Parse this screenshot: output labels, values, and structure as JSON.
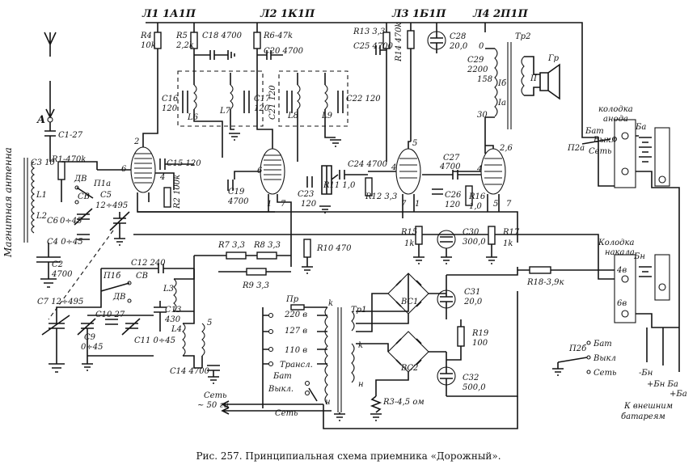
{
  "tubes": [
    {
      "label": "Л1 1А1П"
    },
    {
      "label": "Л2 1К1П"
    },
    {
      "label": "Л3 1Б1П"
    },
    {
      "label": "Л4 2П1П"
    }
  ],
  "components": {
    "R4": "R4",
    "R4v": "10k",
    "R5": "R5",
    "R5v": "2,2k",
    "C18": "C18 4700",
    "R6": "R6-47k",
    "C20": "C20 4700",
    "R13": "R13 3,3",
    "C25": "C25 4700",
    "R14": "R14 470k",
    "C28": "C28",
    "C28v": "20,0",
    "C29": "C29",
    "C29v": "2200",
    "Tp2": "Тр2",
    "Gr": "Гр",
    "C16": "C16",
    "C16v": "120",
    "C17": "C17",
    "C17v": "120",
    "C21": "C21 120",
    "C22": "C22 120",
    "L6": "L6",
    "L7": "L7",
    "L8": "L8",
    "L9": "L9",
    "A": "A",
    "C1": "C1-27",
    "C3": "C3 10",
    "R1": "R1-470k",
    "DV": "ДВ",
    "P1a": "П1а",
    "SV": "СВ",
    "C5": "C5",
    "C5v": "12÷495",
    "C6": "C6",
    "C6v": "0÷45",
    "C4": "C4 0÷45",
    "L1": "L1",
    "L2": "L2",
    "C15": "C15 120",
    "R2": "R2 100k",
    "C19": "C19",
    "C19v": "4700",
    "C24": "C24 4700",
    "R11": "R11 1,0",
    "R12": "R12 3,3",
    "C23": "C23",
    "C23v": "120",
    "C27": "C27",
    "C27v": "4700",
    "C26": "C26",
    "C26v": "120",
    "R16": "R16",
    "R16v": "1,0",
    "R15": "R15",
    "R15v": "1k",
    "C30": "C30",
    "C30v": "300,0",
    "R17": "R17",
    "R17v": "1k",
    "R10": "R10 470",
    "R7": "R7 3,3",
    "R8": "R8 3,3",
    "R9": "R9 3,3",
    "C2": "C2",
    "C2v": "4700",
    "C12": "C12 240",
    "P1b": "П1б",
    "SV2": "СВ",
    "DV2": "ДВ",
    "L3": "L3",
    "C7": "C7 12÷495",
    "C9": "C9",
    "C9v": "0÷45",
    "C10": "C10 27",
    "C13": "C13",
    "C13v": "430",
    "C11": "C11 0÷45",
    "L4": "L4",
    "L5": "5",
    "C14": "C14 4700",
    "Pr": "Пр",
    "Tp1": "Тр1",
    "BC1": "ВС1",
    "BC2": "ВС2",
    "C31": "C31",
    "C31v": "20,0",
    "R19": "R19",
    "R19v": "100",
    "C32": "C32",
    "C32v": "500,0",
    "R3": "R3-4,5 ом",
    "R18": "R18-3,9к",
    "P2a": "П2а",
    "P2b": "П2б"
  },
  "taps": {
    "v220": "220 в",
    "v127": "127 в",
    "v110": "110 в",
    "trans": "Трансл."
  },
  "switch_labels": {
    "bat": "Бат",
    "vykl": "Выкл.",
    "set": "Сеть",
    "bat2": "Бат",
    "vykl2": "Выкл",
    "set2": "Сеть",
    "bat3": "Бат",
    "vykl3": "Выкл",
    "set3": "Сеть"
  },
  "connectors": {
    "anode_block_1": "колодка",
    "anode_block_2": "анода",
    "fil_block_1": "Колодка",
    "fil_block_2": "накала",
    "ba": "Бa",
    "bn": "Бн",
    "v4": "4в",
    "v6": "6в"
  },
  "external": {
    "minus_bn": "-Бн",
    "plus_bn_ba": "+Бн Бa",
    "plus_ba": "+Бa",
    "ext_bat_1": "К внешним",
    "ext_bat_2": "батареям"
  },
  "mains": {
    "set_line": "Сеть",
    "freq": "~ 50 гц",
    "set_line2": "Сеть"
  },
  "pins": {
    "p2": "2",
    "p6": "6",
    "p4": "4",
    "p1": "1",
    "p7": "7",
    "p5": "5",
    "p26": "2,6",
    "p30": "30",
    "p158": "158",
    "p0": "0",
    "pI": "I",
    "pII": "II",
    "pIa": "Iа",
    "pIb": "Iб",
    "k": "k",
    "k2": "k",
    "n": "н",
    "n2": "н"
  },
  "antenna_label": "Магнитная антенна",
  "caption": "Рис. 257. Принципиальная схема приемника «Дорожный»."
}
